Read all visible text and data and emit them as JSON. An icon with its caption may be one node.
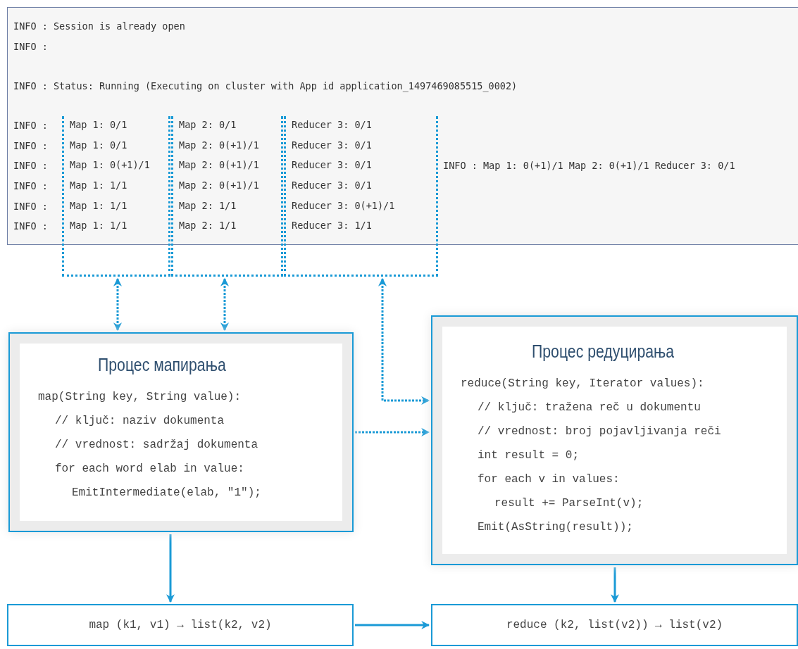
{
  "diagram": {
    "nodes": [
      {
        "text": [
          "INFO  : Session is already open",
          "INFO  :",
          "INFO  : Status: Running (Executing on cluster with App id application_1497469085515_0002)",
          "INFO  :",
          "INFO  :",
          "INFO  :",
          "INFO  :",
          "INFO  :",
          "INFO  :",
          "INFO  : Map 1: 0(+1)/1  Map 2: 0(+1)/1  Reducer 3: 0/1"
        ]
      },
      {
        "text": [
          "Map 1: 0/1",
          "Map 1: 0/1",
          "Map 1: 0(+1)/1",
          "Map 1: 1/1",
          "Map 1: 1/1",
          "Map 1: 1/1"
        ]
      },
      {
        "text": [
          "Map 2: 0/1",
          "Map 2: 0(+1)/1",
          "Map 2: 0(+1)/1",
          "Map 2: 0(+1)/1",
          "Map 2: 1/1",
          "Map 2: 1/1"
        ]
      },
      {
        "text": [
          "Reducer 3: 0/1",
          "Reducer 3: 0/1",
          "Reducer 3: 0/1",
          "Reducer 3: 0/1",
          "Reducer 3: 0(+1)/1",
          "Reducer 3: 1/1"
        ]
      },
      {
        "text": [
          "Процес мапирања",
          "map(String key, String value):",
          "// ključ: naziv dokumenta",
          "// vrednost: sadržaj dokumenta",
          "for each word elab in value:",
          "EmitIntermediate(elab, \"1\");"
        ]
      },
      {
        "text": [
          "Процес редуцирања",
          "reduce(String key, Iterator values):",
          "// ključ: tražena reč u dokumentu",
          "// vrednost: broj pojavljivanja reči",
          "int result = 0;",
          "for each v in values:",
          "result += ParseInt(v);",
          "Emit(AsString(result));"
        ]
      },
      {
        "text": [
          "map (k1, v1) → list(k2, v2)"
        ]
      },
      {
        "text": [
          "reduce (k2, list(v2)) → list(v2)"
        ]
      }
    ],
    "edges": [
      {
        "from": 1,
        "to": 4,
        "arrow": "both",
        "style": "dashed"
      },
      {
        "from": 2,
        "to": 4,
        "arrow": "both",
        "style": "dashed"
      },
      {
        "from": 3,
        "to": 5,
        "arrow": "both",
        "style": "dashed"
      },
      {
        "from": 4,
        "to": 5,
        "arrow": "to",
        "style": "dashed"
      },
      {
        "from": 4,
        "to": 6,
        "arrow": "to"
      },
      {
        "from": 5,
        "to": 7,
        "arrow": "to"
      },
      {
        "from": 6,
        "to": 7,
        "arrow": "to"
      }
    ]
  }
}
